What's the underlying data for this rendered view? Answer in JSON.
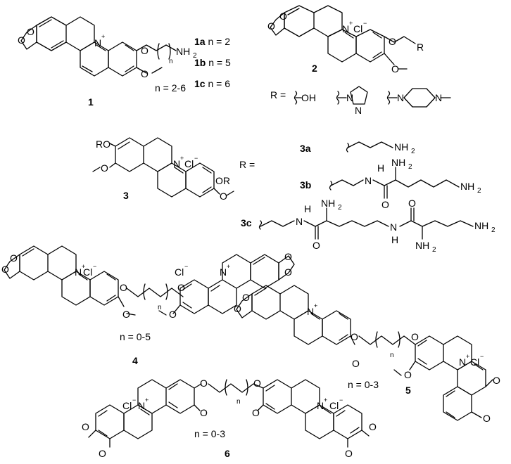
{
  "compounds": {
    "c1": {
      "number": "1",
      "range": "n = 2-6",
      "amine": "NH",
      "amine_sub": "2",
      "n_label": "n",
      "variants": [
        {
          "id": "1a",
          "text": " n = 2"
        },
        {
          "id": "1b",
          "text": " n = 5"
        },
        {
          "id": "1c",
          "text": " n = 6"
        }
      ]
    },
    "c2": {
      "number": "2",
      "counterion": "Cl",
      "r_label": "R",
      "r_equals": "R =",
      "r_oh": "OH"
    },
    "c3": {
      "number": "3",
      "counterion": "Cl",
      "ro_top": "RO",
      "or_right": "OR",
      "r_equals": "R =",
      "variants": [
        {
          "id": "3a"
        },
        {
          "id": "3b"
        },
        {
          "id": "3c"
        }
      ]
    },
    "c4": {
      "number": "4",
      "range": "n = 0-5",
      "counterion": "Cl",
      "n_label": "n"
    },
    "c5": {
      "number": "5",
      "range": "n = 0-3",
      "counterion": "Cl",
      "n_label": "n"
    },
    "c6": {
      "number": "6",
      "range": "n = 0-3",
      "counterion": "Cl",
      "n_label": "n"
    }
  },
  "atoms": {
    "N": "N",
    "O": "O",
    "H": "H",
    "NH": "NH",
    "NH2_sub": "2",
    "plus": "+",
    "minus": "−"
  }
}
